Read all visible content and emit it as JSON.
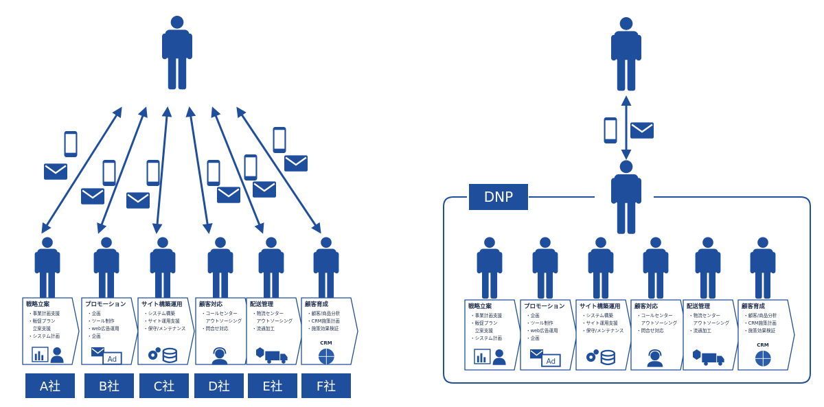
{
  "colors": {
    "primary": "#1f4e9c",
    "accent": "#2a5caa",
    "stroke": "#1f4e9c",
    "text_white": "#ffffff"
  },
  "left_panel": {
    "companies": [
      "A社",
      "B社",
      "C社",
      "D社",
      "E社",
      "F社"
    ]
  },
  "right_panel": {
    "org_label": "DNP"
  },
  "process_steps": [
    {
      "title": "戦略立案",
      "items": [
        "・事業計画支援",
        "・販促プラン",
        "　立案支援",
        "・システム計画"
      ],
      "icon": "chart-person-icon"
    },
    {
      "title": "プロモーション",
      "items": [
        "・企画",
        "・ツール制作",
        "・web広告運用",
        "・企画"
      ],
      "icon": "mail-ad-icon"
    },
    {
      "title": "サイト構築運用",
      "items": [
        "・システム構築",
        "・サイト運用支援",
        "・保守/メンテナンス"
      ],
      "icon": "gear-database-icon"
    },
    {
      "title": "顧客対応",
      "items": [
        "・コールセンター",
        "　アウトソーシング",
        "・問合せ対応"
      ],
      "icon": "operator-icon"
    },
    {
      "title": "配送管理",
      "items": [
        "・物流センター",
        "　アウトソーシング",
        "・流通加工"
      ],
      "icon": "truck-icon"
    },
    {
      "title": "顧客育成",
      "items": [
        "・顧客/商品分析",
        "・CRM施策計画",
        "・施策効果検証"
      ],
      "icon": "crm-icon",
      "badge": "CRM"
    }
  ]
}
